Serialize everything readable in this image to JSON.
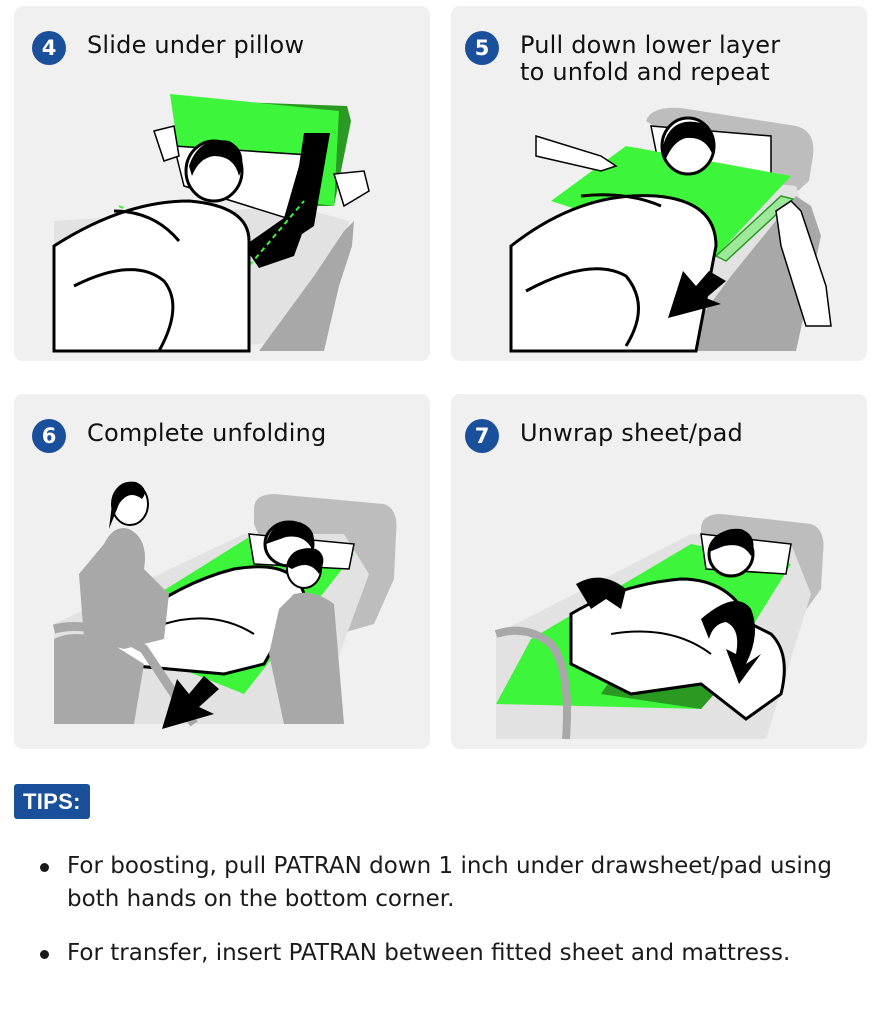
{
  "steps": [
    {
      "number": "4",
      "title": "Slide under pillow",
      "illustration": "patient-lying-green-sheet-slid-under-pillow-with-down-arrow"
    },
    {
      "number": "5",
      "title": "Pull down lower layer\nto unfold and repeat",
      "illustration": "hand-pulling-lower-layer-of-green-sheet-with-down-arrow"
    },
    {
      "number": "6",
      "title": "Complete unfolding",
      "illustration": "two-nurses-unfolding-green-sheet-under-patient-with-arrow"
    },
    {
      "number": "7",
      "title": "Unwrap sheet/pad",
      "illustration": "patient-on-green-sheet-with-curved-unwrap-arrows"
    }
  ],
  "tips": {
    "label": "TIPS:",
    "items": [
      "For boosting, pull PATRAN down 1 inch under drawsheet/pad using both hands on the bottom corner.",
      "For transfer, insert PATRAN between fitted sheet and mattress."
    ]
  },
  "colors": {
    "accent_blue": "#1a4f9c",
    "sheet_green": "#3df53a",
    "sheet_green_dark": "#2a9a23",
    "card_bg": "#f0f0f0",
    "bed_gray": "#a8a8a8"
  }
}
